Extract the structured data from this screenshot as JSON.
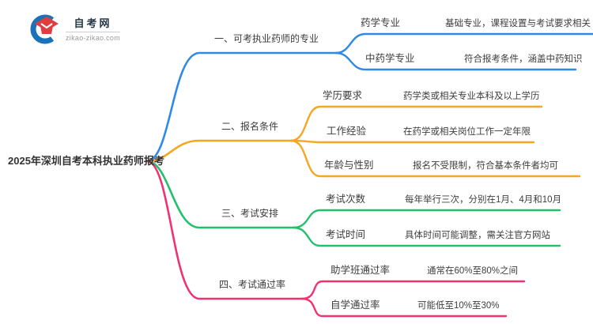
{
  "logo": {
    "site_name": "自考网",
    "domain": "zikao-zikao.com"
  },
  "root": {
    "title": "2025年深圳自考本科执业药师报考"
  },
  "colors": {
    "blue": "#2E8AE6",
    "orange": "#F5A623",
    "green": "#21C06A",
    "pink": "#F0326E",
    "logo_blue": "#1B72B8",
    "logo_red": "#E03E3E"
  },
  "branches": [
    {
      "label": "一、可考执业药师的专业",
      "color": "#2E8AE6",
      "children": [
        {
          "label": "药学专业",
          "desc": "基础专业，课程设置与考试要求相关"
        },
        {
          "label": "中药学专业",
          "desc": "符合报考条件，涵盖中药知识"
        }
      ]
    },
    {
      "label": "二、报名条件",
      "color": "#F5A623",
      "children": [
        {
          "label": "学历要求",
          "desc": "药学类或相关专业本科及以上学历"
        },
        {
          "label": "工作经验",
          "desc": "在药学或相关岗位工作一定年限"
        },
        {
          "label": "年龄与性别",
          "desc": "报名不受限制，符合基本条件者均可"
        }
      ]
    },
    {
      "label": "三、考试安排",
      "color": "#21C06A",
      "children": [
        {
          "label": "考试次数",
          "desc": "每年举行三次，分别在1月、4月和10月"
        },
        {
          "label": "考试时间",
          "desc": "具体时间可能调整，需关注官方网站"
        }
      ]
    },
    {
      "label": "四、考试通过率",
      "color": "#F0326E",
      "children": [
        {
          "label": "助学班通过率",
          "desc": "通常在60%至80%之间"
        },
        {
          "label": "自学通过率",
          "desc": "可能低至10%至30%"
        }
      ]
    }
  ]
}
